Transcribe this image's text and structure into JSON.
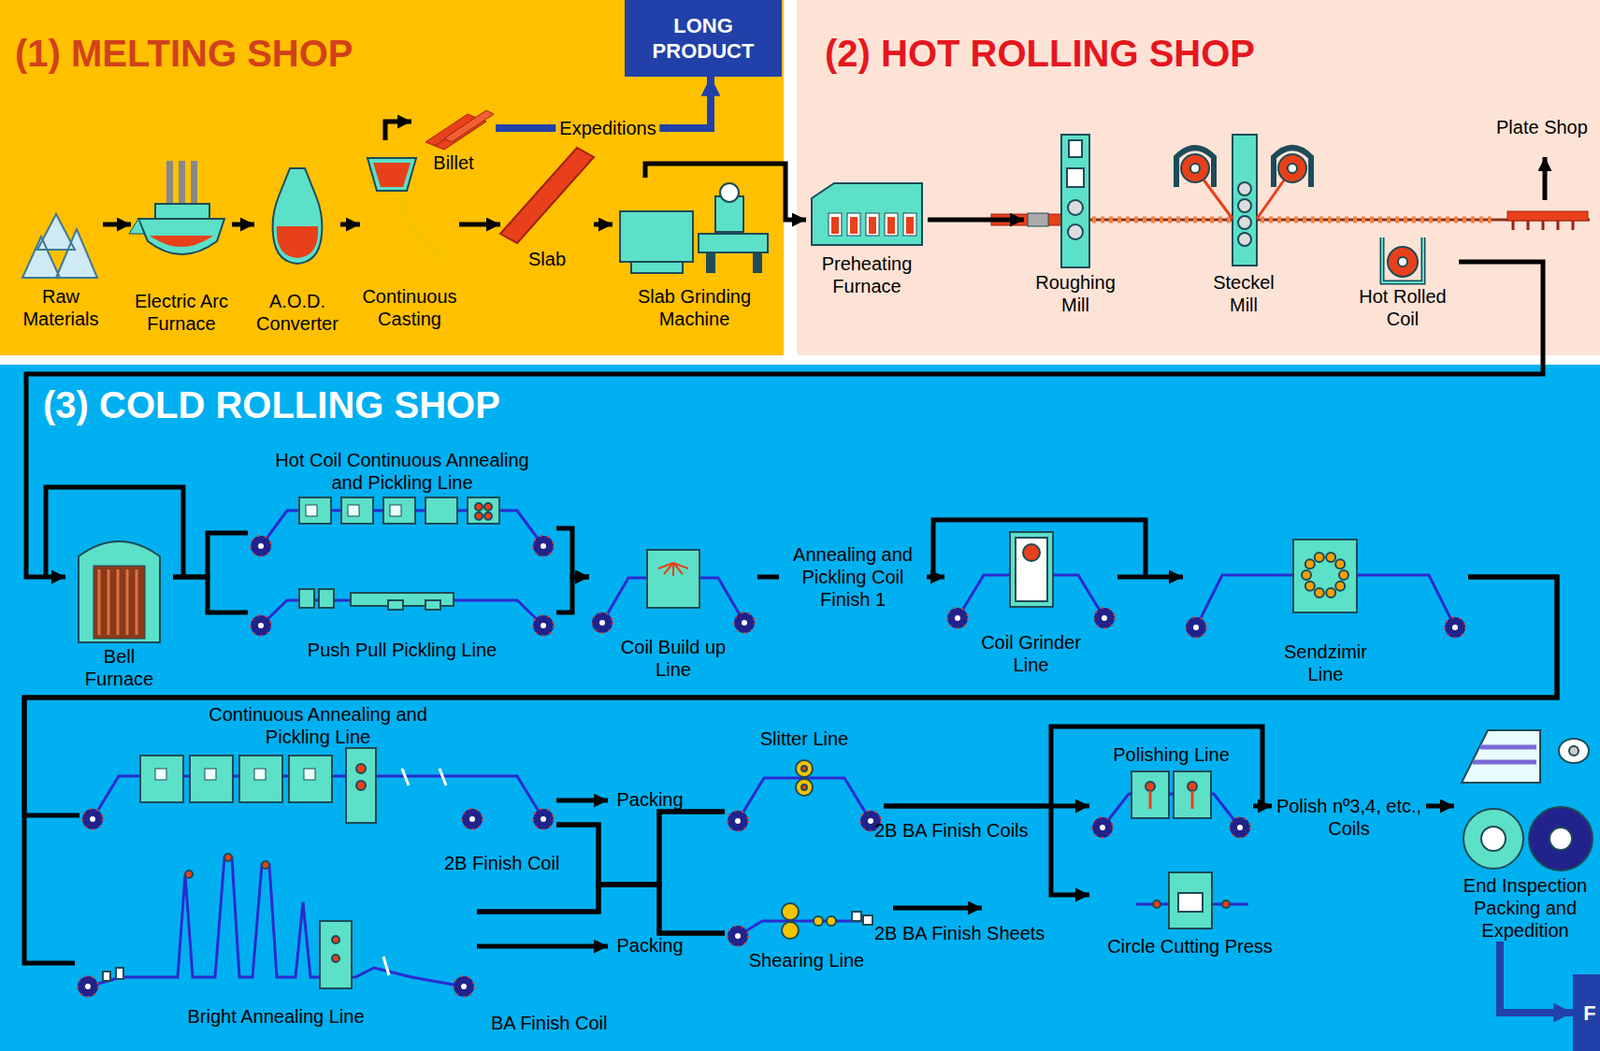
{
  "diagram": {
    "nodes": [
      {
        "text": [
          "(1) MELTING SHOP"
        ]
      },
      {
        "text": [
          "LONG PRODUCT"
        ],
        "in": 0
      },
      {
        "text": [
          "Raw Materials"
        ],
        "in": 0
      },
      {
        "text": [
          "Electric Arc Furnace"
        ],
        "in": 0
      },
      {
        "text": [
          "A.O.D. Converter"
        ],
        "in": 0
      },
      {
        "text": [
          "Continuous Casting"
        ],
        "in": 0
      },
      {
        "text": [
          "Billet"
        ],
        "in": 0
      },
      {
        "text": [
          "Slab"
        ],
        "in": 0
      },
      {
        "text": [
          "Slab Grinding Machine"
        ],
        "in": 0
      },
      {
        "text": [
          "(2) HOT ROLLING SHOP"
        ]
      },
      {
        "text": [
          "Preheating Furnace"
        ],
        "in": 9
      },
      {
        "text": [
          "Roughing Mill"
        ],
        "in": 9
      },
      {
        "text": [
          "Steckel Mill"
        ],
        "in": 9
      },
      {
        "text": [
          "Hot Rolled Coil"
        ],
        "in": 9
      },
      {
        "text": [
          "(3) COLD ROLLING SHOP"
        ]
      },
      {
        "text": [
          "Bell Furnace"
        ],
        "in": 14
      },
      {
        "text": [
          "Hot Coil Continuous Annealing and Pickling Line"
        ],
        "in": 14
      },
      {
        "text": [
          "Push Pull Pickling Line"
        ],
        "in": 14
      },
      {
        "text": [
          "Coil Build up Line"
        ],
        "in": 14
      },
      {
        "text": [
          "Coil Grinder Line"
        ],
        "in": 14
      },
      {
        "text": [
          "Sendzimir Line"
        ],
        "in": 14
      },
      {
        "text": [
          "Continuous Annealing and Pickling Line"
        ],
        "in": 14
      },
      {
        "text": [
          "Packing"
        ],
        "in": 14
      },
      {
        "text": [
          "Bright Annealing Line"
        ],
        "in": 14
      },
      {
        "text": [
          "Packing"
        ],
        "in": 14
      },
      {
        "text": [
          "Slitter Line"
        ],
        "in": 14
      },
      {
        "text": [
          "Shearing Line"
        ],
        "in": 14
      },
      {
        "text": [
          "Polishing Line"
        ],
        "in": 14
      },
      {
        "text": [
          "Circle Cutting Press"
        ],
        "in": 14
      },
      {
        "text": [
          "Polish nº3,4, etc., Coils"
        ],
        "in": 14
      },
      {
        "text": [
          "End Inspection Packing and Expedition"
        ],
        "in": 14
      },
      {
        "text": [
          "F"
        ],
        "in": 14
      }
    ],
    "edges": [
      {
        "from": 2,
        "to": 3,
        "arrow": "to"
      },
      {
        "from": 3,
        "to": 4,
        "arrow": "to"
      },
      {
        "from": 4,
        "to": 5,
        "arrow": "to"
      },
      {
        "from": 5,
        "to": 6,
        "arrow": "to"
      },
      {
        "from": 6,
        "to": 1,
        "label": "Expeditions",
        "arrow": "to"
      },
      {
        "from": 5,
        "to": 7,
        "arrow": "to"
      },
      {
        "from": 7,
        "to": 8,
        "arrow": "to"
      },
      {
        "from": 8,
        "to": 10,
        "arrow": "to"
      },
      {
        "from": 10,
        "to": 11,
        "arrow": "to"
      },
      {
        "from": 13,
        "to": 15,
        "arrow": "to"
      },
      {
        "from": 15,
        "to": 16,
        "arrow": "none"
      },
      {
        "from": 15,
        "to": 17,
        "arrow": "none"
      },
      {
        "from": 16,
        "to": 18,
        "arrow": "to"
      },
      {
        "from": 17,
        "to": 18,
        "arrow": "to"
      },
      {
        "from": 18,
        "to": 19,
        "label": "Annealing and Pickling Coil Finish 1",
        "arrow": "to"
      },
      {
        "from": 19,
        "to": 20,
        "arrow": "to"
      },
      {
        "from": 20,
        "to": 21,
        "arrow": "none"
      },
      {
        "from": 20,
        "to": 23,
        "arrow": "none"
      },
      {
        "from": 21,
        "to": 22,
        "arrow": "to"
      },
      {
        "from": 23,
        "to": 24,
        "arrow": "to"
      },
      {
        "from": 21,
        "to": 25,
        "arrow": "none"
      },
      {
        "from": 21,
        "to": 26,
        "arrow": "none"
      },
      {
        "from": 23,
        "to": 25,
        "arrow": "none"
      },
      {
        "from": 23,
        "to": 26,
        "arrow": "none"
      },
      {
        "from": 25,
        "to": 27,
        "arrow": "to"
      },
      {
        "from": 25,
        "to": 28,
        "arrow": "to"
      },
      {
        "from": 27,
        "to": 29,
        "arrow": "to"
      },
      {
        "from": 29,
        "to": 30,
        "arrow": "to"
      },
      {
        "from": 30,
        "to": 31,
        "arrow": "to"
      }
    ],
    "labels": [
      "Plate Shop",
      "2B Finish Coil",
      "BA Finish Coil",
      "2B BA Finish Coils",
      "2B BA Finish Sheets"
    ]
  }
}
